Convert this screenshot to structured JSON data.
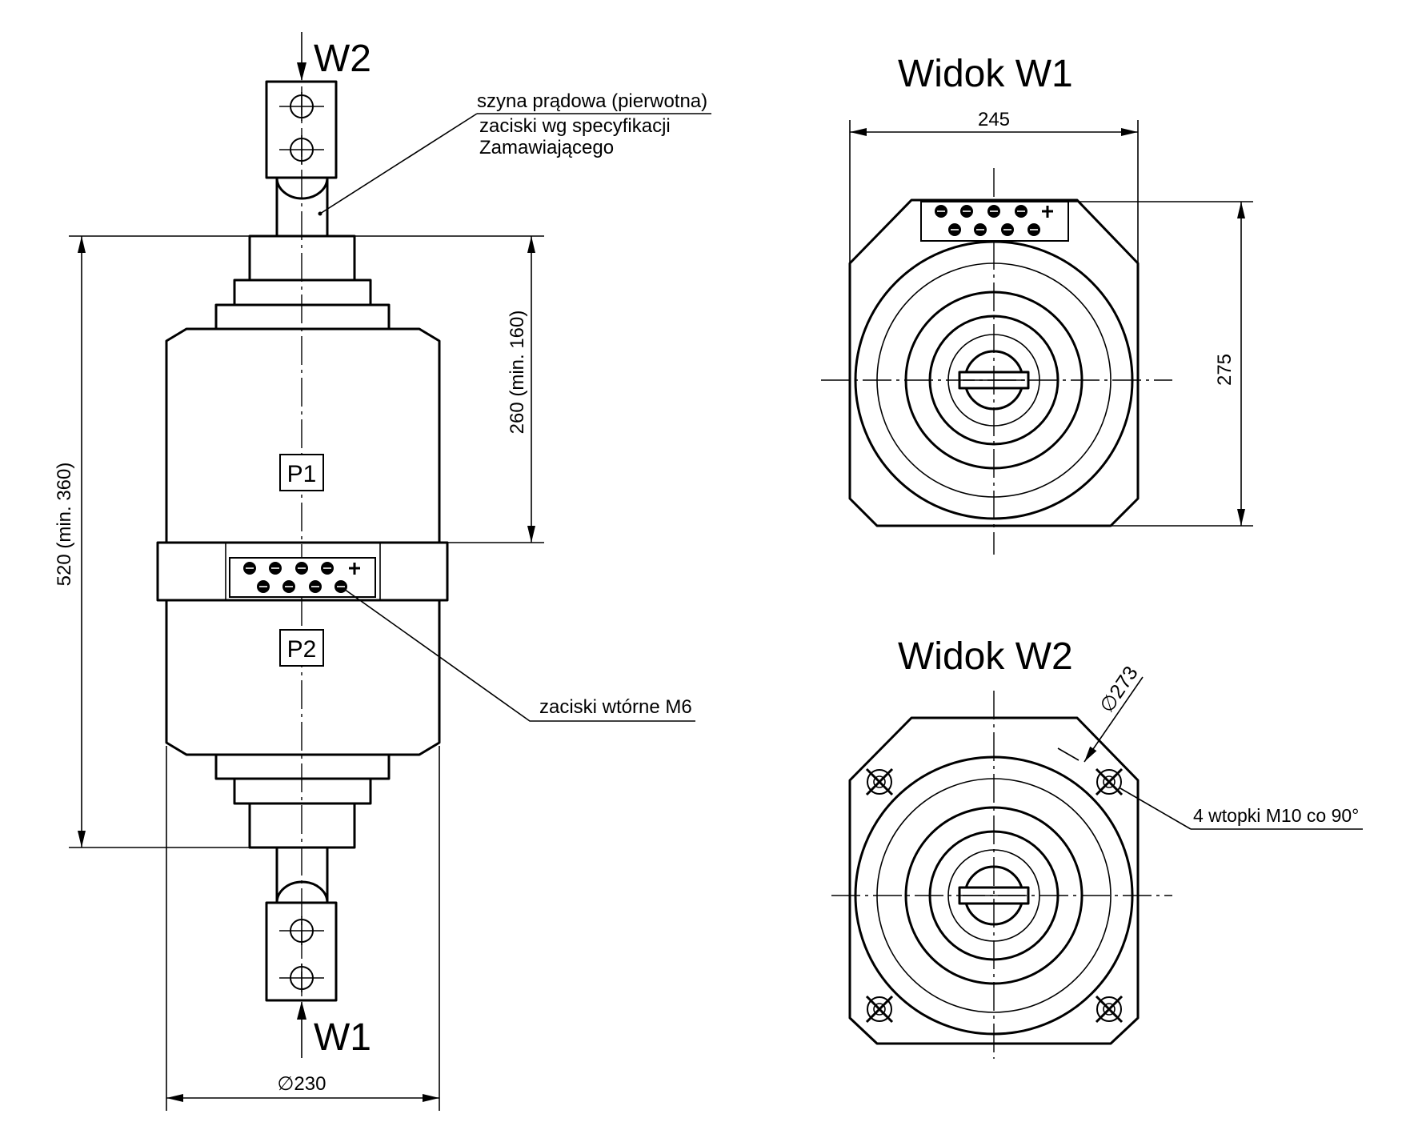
{
  "colors": {
    "line": "#000000",
    "background": "#ffffff"
  },
  "side_view": {
    "arrow_top": "W2",
    "arrow_bottom": "W1",
    "upper_section": "P1",
    "lower_section": "P2",
    "dim_height_total": "520 (min. 360)",
    "dim_height_upper": "260 (min. 160)",
    "dim_diameter": "∅230",
    "primary_note": {
      "line1": "szyna prądowa (pierwotna)",
      "line2": "zaciski wg specyfikacji",
      "line3": "Zamawiającego"
    },
    "secondary_note": "zaciski wtórne M6"
  },
  "view_w1": {
    "title": "Widok W1",
    "dim_width": "245",
    "dim_height": "275"
  },
  "view_w2": {
    "title": "Widok W2",
    "dim_diameter": "∅273",
    "inserts_note": "4 wtopki M10 co 90°"
  }
}
